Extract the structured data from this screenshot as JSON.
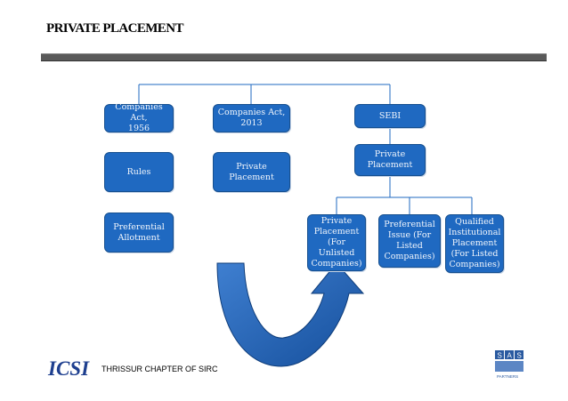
{
  "title": "PRIVATE PLACEMENT",
  "boxes": {
    "ca1956": "Companies Act,\n1956",
    "ca2013": "Companies Act,\n2013",
    "sebi": "SEBI",
    "rules": "Rules",
    "pp2013": "Private\nPlacement",
    "pp_sebi": "Private\nPlacement",
    "preferential_allotment": "Preferential\nAllotment",
    "pp_unlisted": "Private\nPlacement\n(For\nUnlisted\nCompanies)",
    "pref_issue_listed": "Preferential\nIssue (For\nListed\nCompanies)",
    "qip": "Qualified\nInstitutional\nPlacement\n(For Listed\nCompanies)"
  },
  "footer": {
    "chapter": "THRISSUR CHAPTER OF SIRC",
    "logo_left_text": "ICSI",
    "logo_right_letters": [
      "S",
      "A",
      "S"
    ],
    "logo_right_caption": "PARTNERS"
  },
  "colors": {
    "box": "#1f69c1",
    "connector": "#1f69c1",
    "arrow": "#1d5fb0",
    "logo_left": "#1e3f8f",
    "logo_right": "#2a5aa0"
  }
}
